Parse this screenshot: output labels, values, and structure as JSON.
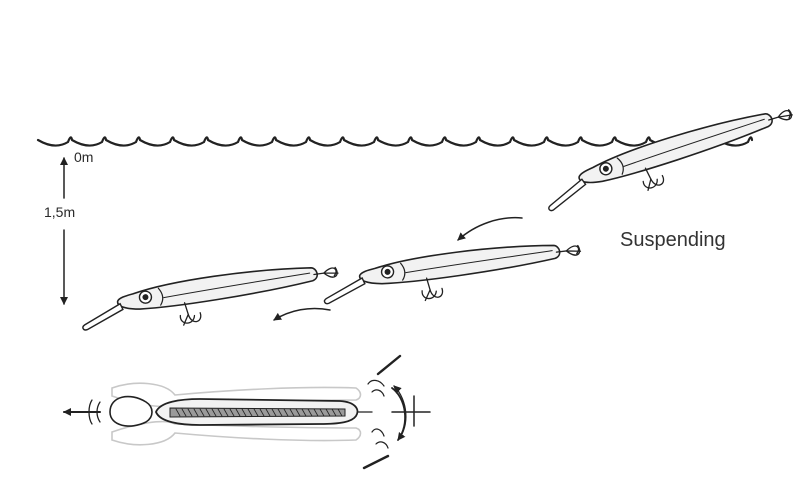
{
  "labels": {
    "depth_top": "0m",
    "depth_range": "1,5m",
    "behaviour": "Suspending"
  },
  "colors": {
    "ink": "#222222",
    "lure_fill": "#f2f2f2",
    "ghost": "#c8c8c8",
    "stripe": "#9a9a9a"
  },
  "icons": [
    "water-surface-waves",
    "lure-icon",
    "curved-arrow-icon",
    "depth-arrow-icon",
    "wobble-arrow-icon"
  ]
}
